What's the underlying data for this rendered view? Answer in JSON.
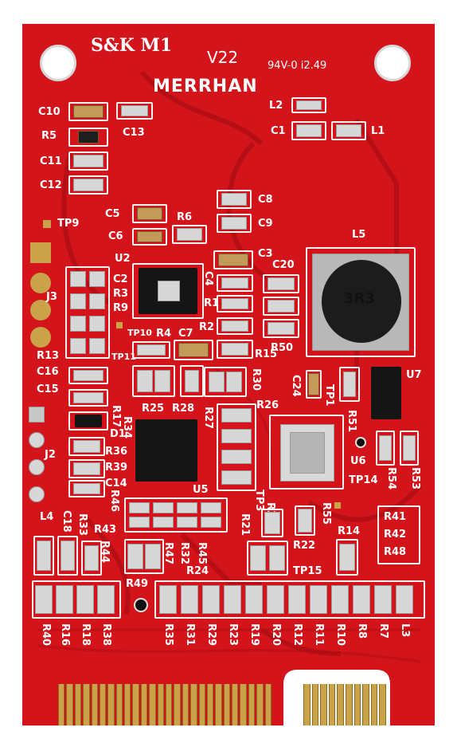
{
  "board": {
    "title": "S&K M1",
    "version": "V22",
    "rating": "94V-0 i2.49",
    "logo_text": "MERRHAN",
    "inductor_marking": "3R3",
    "colors": {
      "pcb": "#d3141b",
      "pcb_dark": "#a80c12",
      "gold": "#c9a24a",
      "silk": "#f4f4f4"
    }
  },
  "labels": {
    "c10": "C10",
    "c13": "C13",
    "r5": "R5",
    "c11": "C11",
    "c12": "C12",
    "l2": "L2",
    "c1": "C1",
    "l1": "L1",
    "c8": "C8",
    "c9": "C9",
    "c5": "C5",
    "r6": "R6",
    "c6": "C6",
    "tp9": "TP9",
    "l5": "L5",
    "u2": "U2",
    "c3": "C3",
    "c20": "C20",
    "c2": "C2",
    "c4": "C4",
    "j3": "J3",
    "r3": "R3",
    "r9": "R9",
    "r1": "R1",
    "tp10": "TP10",
    "r4": "R4",
    "c7": "C7",
    "r2": "R2",
    "r50": "R50",
    "tp11": "TP11",
    "r15": "R15",
    "r13": "R13",
    "c16": "C16",
    "c15": "C15",
    "c24": "C24",
    "u7": "U7",
    "r30": "R30",
    "tp1": "TP1",
    "r26": "R26",
    "r25": "R25",
    "r28": "R28",
    "r27": "R27",
    "r51": "R51",
    "r17": "R17",
    "r34": "R34",
    "d1": "D1",
    "j2": "J2",
    "r36": "R36",
    "r39": "R39",
    "u6": "U6",
    "r54": "R54",
    "r53": "R53",
    "c14": "C14",
    "u5": "U5",
    "tp14": "TP14",
    "r46": "R46",
    "tp3": "TP3",
    "r37": "R37",
    "r21": "R21",
    "r55": "R55",
    "r41": "R41",
    "r42": "R42",
    "r48": "R48",
    "l4": "L4",
    "c18": "C18",
    "r33": "R33",
    "r43": "R43",
    "r44": "R44",
    "r47": "R47",
    "r32": "R32",
    "r45": "R45",
    "r22": "R22",
    "r14": "R14",
    "r24": "R24",
    "tp15": "TP15",
    "r49": "R49",
    "r40": "R40",
    "r16": "R16",
    "r18": "R18",
    "r38": "R38",
    "r35": "R35",
    "r31": "R31",
    "r29": "R29",
    "r23": "R23",
    "r19": "R19",
    "r20": "R20",
    "r12": "R12",
    "r11": "R11",
    "r10": "R10",
    "r8": "R8",
    "r7": "R7",
    "l3": "L3"
  }
}
